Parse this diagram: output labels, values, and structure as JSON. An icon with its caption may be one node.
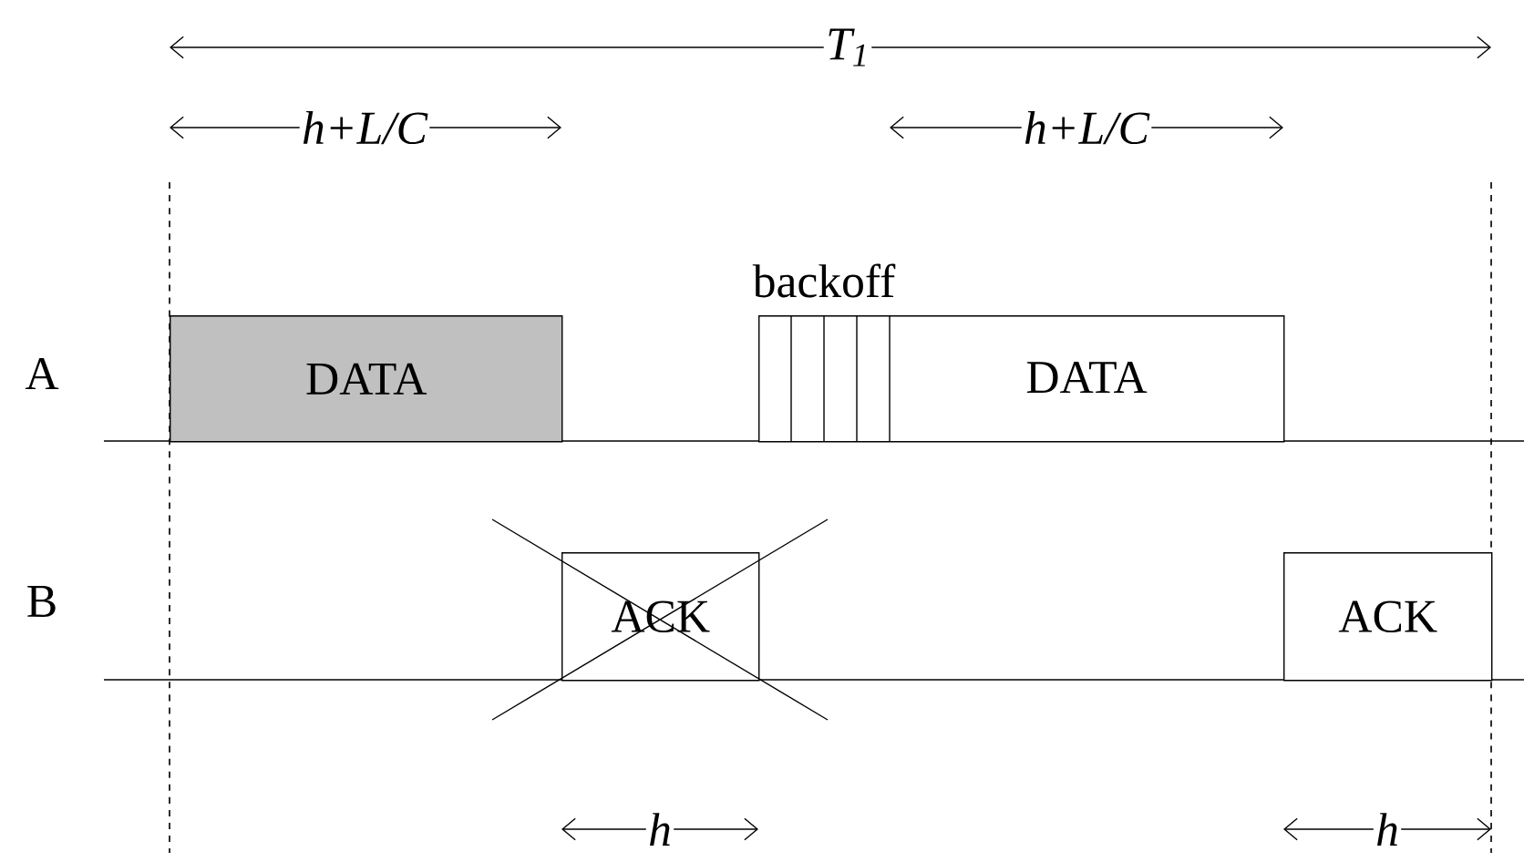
{
  "diagram": {
    "nodes": [
      {
        "text": [
          "DATA"
        ]
      },
      {
        "text": [
          "backoff",
          "DATA"
        ]
      },
      {
        "text": [
          "ACK"
        ]
      },
      {
        "text": [
          "ACK"
        ]
      }
    ],
    "labels": [
      "T$_{1}$",
      "h+L/C",
      "h+L/C",
      "A",
      "B",
      "h",
      "h"
    ]
  }
}
